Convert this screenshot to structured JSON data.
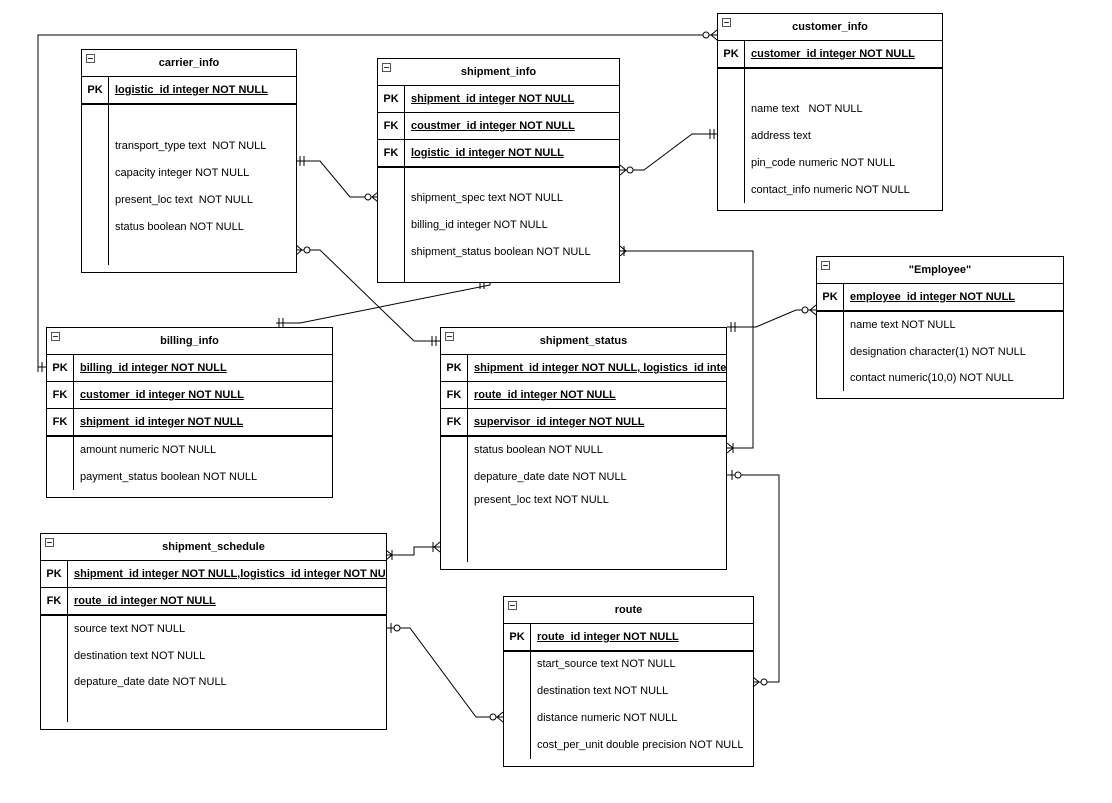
{
  "entities": {
    "carrier_info": {
      "title": "carrier_info",
      "keys": [
        {
          "type": "PK",
          "field": "logistic_id integer NOT NULL"
        }
      ],
      "attributes": [
        "transport_type text  NOT NULL",
        "capacity integer NOT NULL",
        "present_loc text  NOT NULL",
        "status boolean NOT NULL"
      ]
    },
    "shipment_info": {
      "title": "shipment_info",
      "keys": [
        {
          "type": "PK",
          "field": "shipment_id integer NOT NULL"
        },
        {
          "type": "FK",
          "field": "coustmer_id integer NOT NULL"
        },
        {
          "type": "FK",
          "field": "logistic_id integer NOT NULL"
        }
      ],
      "attributes": [
        "shipment_spec text NOT NULL",
        "billing_id integer NOT NULL",
        "shipment_status boolean NOT NULL"
      ]
    },
    "customer_info": {
      "title": "customer_info",
      "keys": [
        {
          "type": "PK",
          "field": "customer_id integer NOT NULL"
        }
      ],
      "attributes": [
        "name text   NOT NULL",
        "address text",
        "pin_code numeric NOT NULL",
        "contact_info numeric NOT NULL"
      ]
    },
    "employee": {
      "title": "\"Employee\"",
      "keys": [
        {
          "type": "PK",
          "field": "employee_id integer NOT NULL"
        }
      ],
      "attributes": [
        "name text NOT NULL",
        "designation character(1) NOT NULL",
        "contact numeric(10,0) NOT NULL"
      ]
    },
    "billing_info": {
      "title": "billing_info",
      "keys": [
        {
          "type": "PK",
          "field": "billing_id integer NOT NULL"
        },
        {
          "type": "FK",
          "field": "customer_id integer NOT NULL"
        },
        {
          "type": "FK",
          "field": "shipment_id integer NOT NULL"
        }
      ],
      "attributes": [
        "amount numeric NOT NULL",
        "payment_status boolean NOT NULL"
      ]
    },
    "shipment_status": {
      "title": "shipment_status",
      "keys": [
        {
          "type": "PK",
          "field": "shipment_id integer NOT NULL, logistics_id integ"
        },
        {
          "type": "FK",
          "field": "route_id integer NOT NULL"
        },
        {
          "type": "FK",
          "field": "supervisor_id integer NOT NULL"
        }
      ],
      "attributes": [
        "status boolean NOT NULL",
        "depature_date date NOT NULL",
        "present_loc text NOT NULL"
      ]
    },
    "shipment_schedule": {
      "title": "shipment_schedule",
      "keys": [
        {
          "type": "PK",
          "field": "shipment_id integer NOT NULL,logistics_id integer NOT NUL"
        },
        {
          "type": "FK",
          "field": "route_id integer NOT NULL"
        }
      ],
      "attributes": [
        "source text NOT NULL",
        "destination text NOT NULL",
        "depature_date date NOT NULL"
      ]
    },
    "route": {
      "title": "route",
      "keys": [
        {
          "type": "PK",
          "field": "route_id integer NOT NULL"
        }
      ],
      "attributes": [
        "start_source text NOT NULL",
        "destination text NOT NULL",
        "distance numeric NOT NULL",
        "cost_per_unit double precision NOT NULL"
      ]
    }
  }
}
